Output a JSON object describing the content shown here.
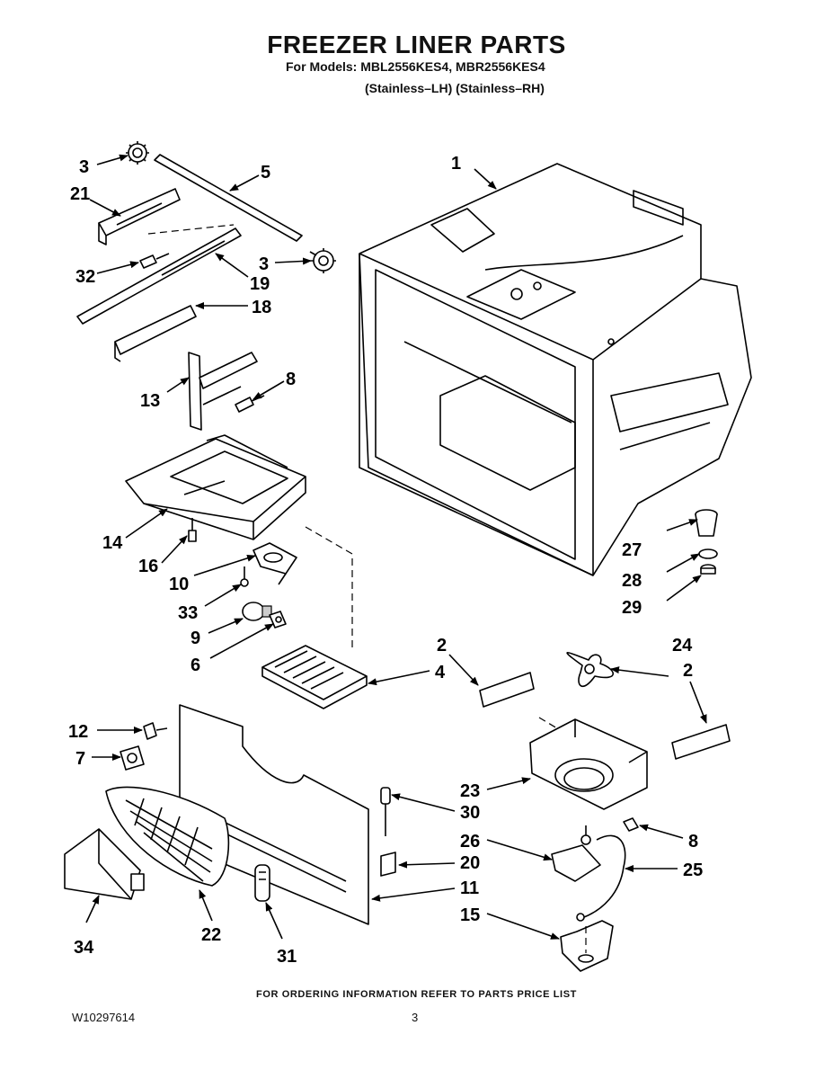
{
  "header": {
    "title": "FREEZER LINER PARTS",
    "subtitle_line1": "For Models: MBL2556KES4, MBR2556KES4",
    "subtitle_line2": "(Stainless–LH) (Stainless–RH)"
  },
  "footer": {
    "ordering_note": "FOR ORDERING INFORMATION REFER TO PARTS PRICE LIST",
    "document_number": "W10297614",
    "page_number": "3"
  },
  "callouts": {
    "c1": "1",
    "c2a": "2",
    "c2b": "2",
    "c3a": "3",
    "c3b": "3",
    "c4": "4",
    "c5": "5",
    "c6": "6",
    "c7": "7",
    "c8a": "8",
    "c8b": "8",
    "c9": "9",
    "c10": "10",
    "c11": "11",
    "c12": "12",
    "c13": "13",
    "c14": "14",
    "c15": "15",
    "c16": "16",
    "c18": "18",
    "c19": "19",
    "c20": "20",
    "c21": "21",
    "c22": "22",
    "c23": "23",
    "c24": "24",
    "c25": "25",
    "c26": "26",
    "c27": "27",
    "c28": "28",
    "c29": "29",
    "c30": "30",
    "c31": "31",
    "c32": "32",
    "c33": "33",
    "c34": "34"
  }
}
